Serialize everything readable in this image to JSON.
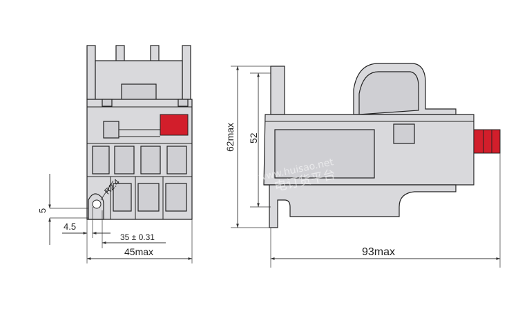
{
  "front_view": {
    "dim_5": "5",
    "dim_4_5": "4.5",
    "dim_35": "35 ± 0.31",
    "dim_45max": "45max",
    "dim_r24": "R2.4"
  },
  "side_view": {
    "dim_62max": "62max",
    "dim_52": "52",
    "dim_93max": "93max"
  },
  "watermark": {
    "url": "www.huisao.net",
    "text": "电订货平台"
  },
  "colors": {
    "body_grey": "#d9d9dc",
    "accent_red": "#d21e2b",
    "outline": "#222222"
  }
}
